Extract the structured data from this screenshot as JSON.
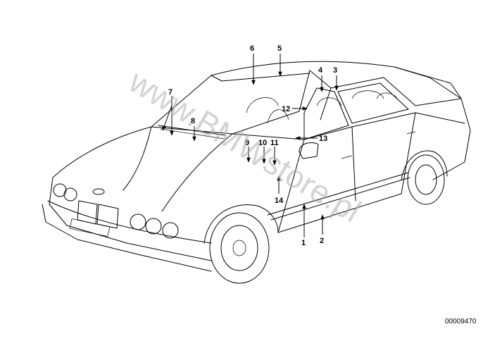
{
  "diagram": {
    "callouts": [
      "1",
      "2",
      "3",
      "4",
      "5",
      "6",
      "7",
      "8",
      "9",
      "10",
      "11",
      "12",
      "13",
      "14"
    ],
    "watermark": "www.BMWstore.pl",
    "id_number": "00009470"
  }
}
